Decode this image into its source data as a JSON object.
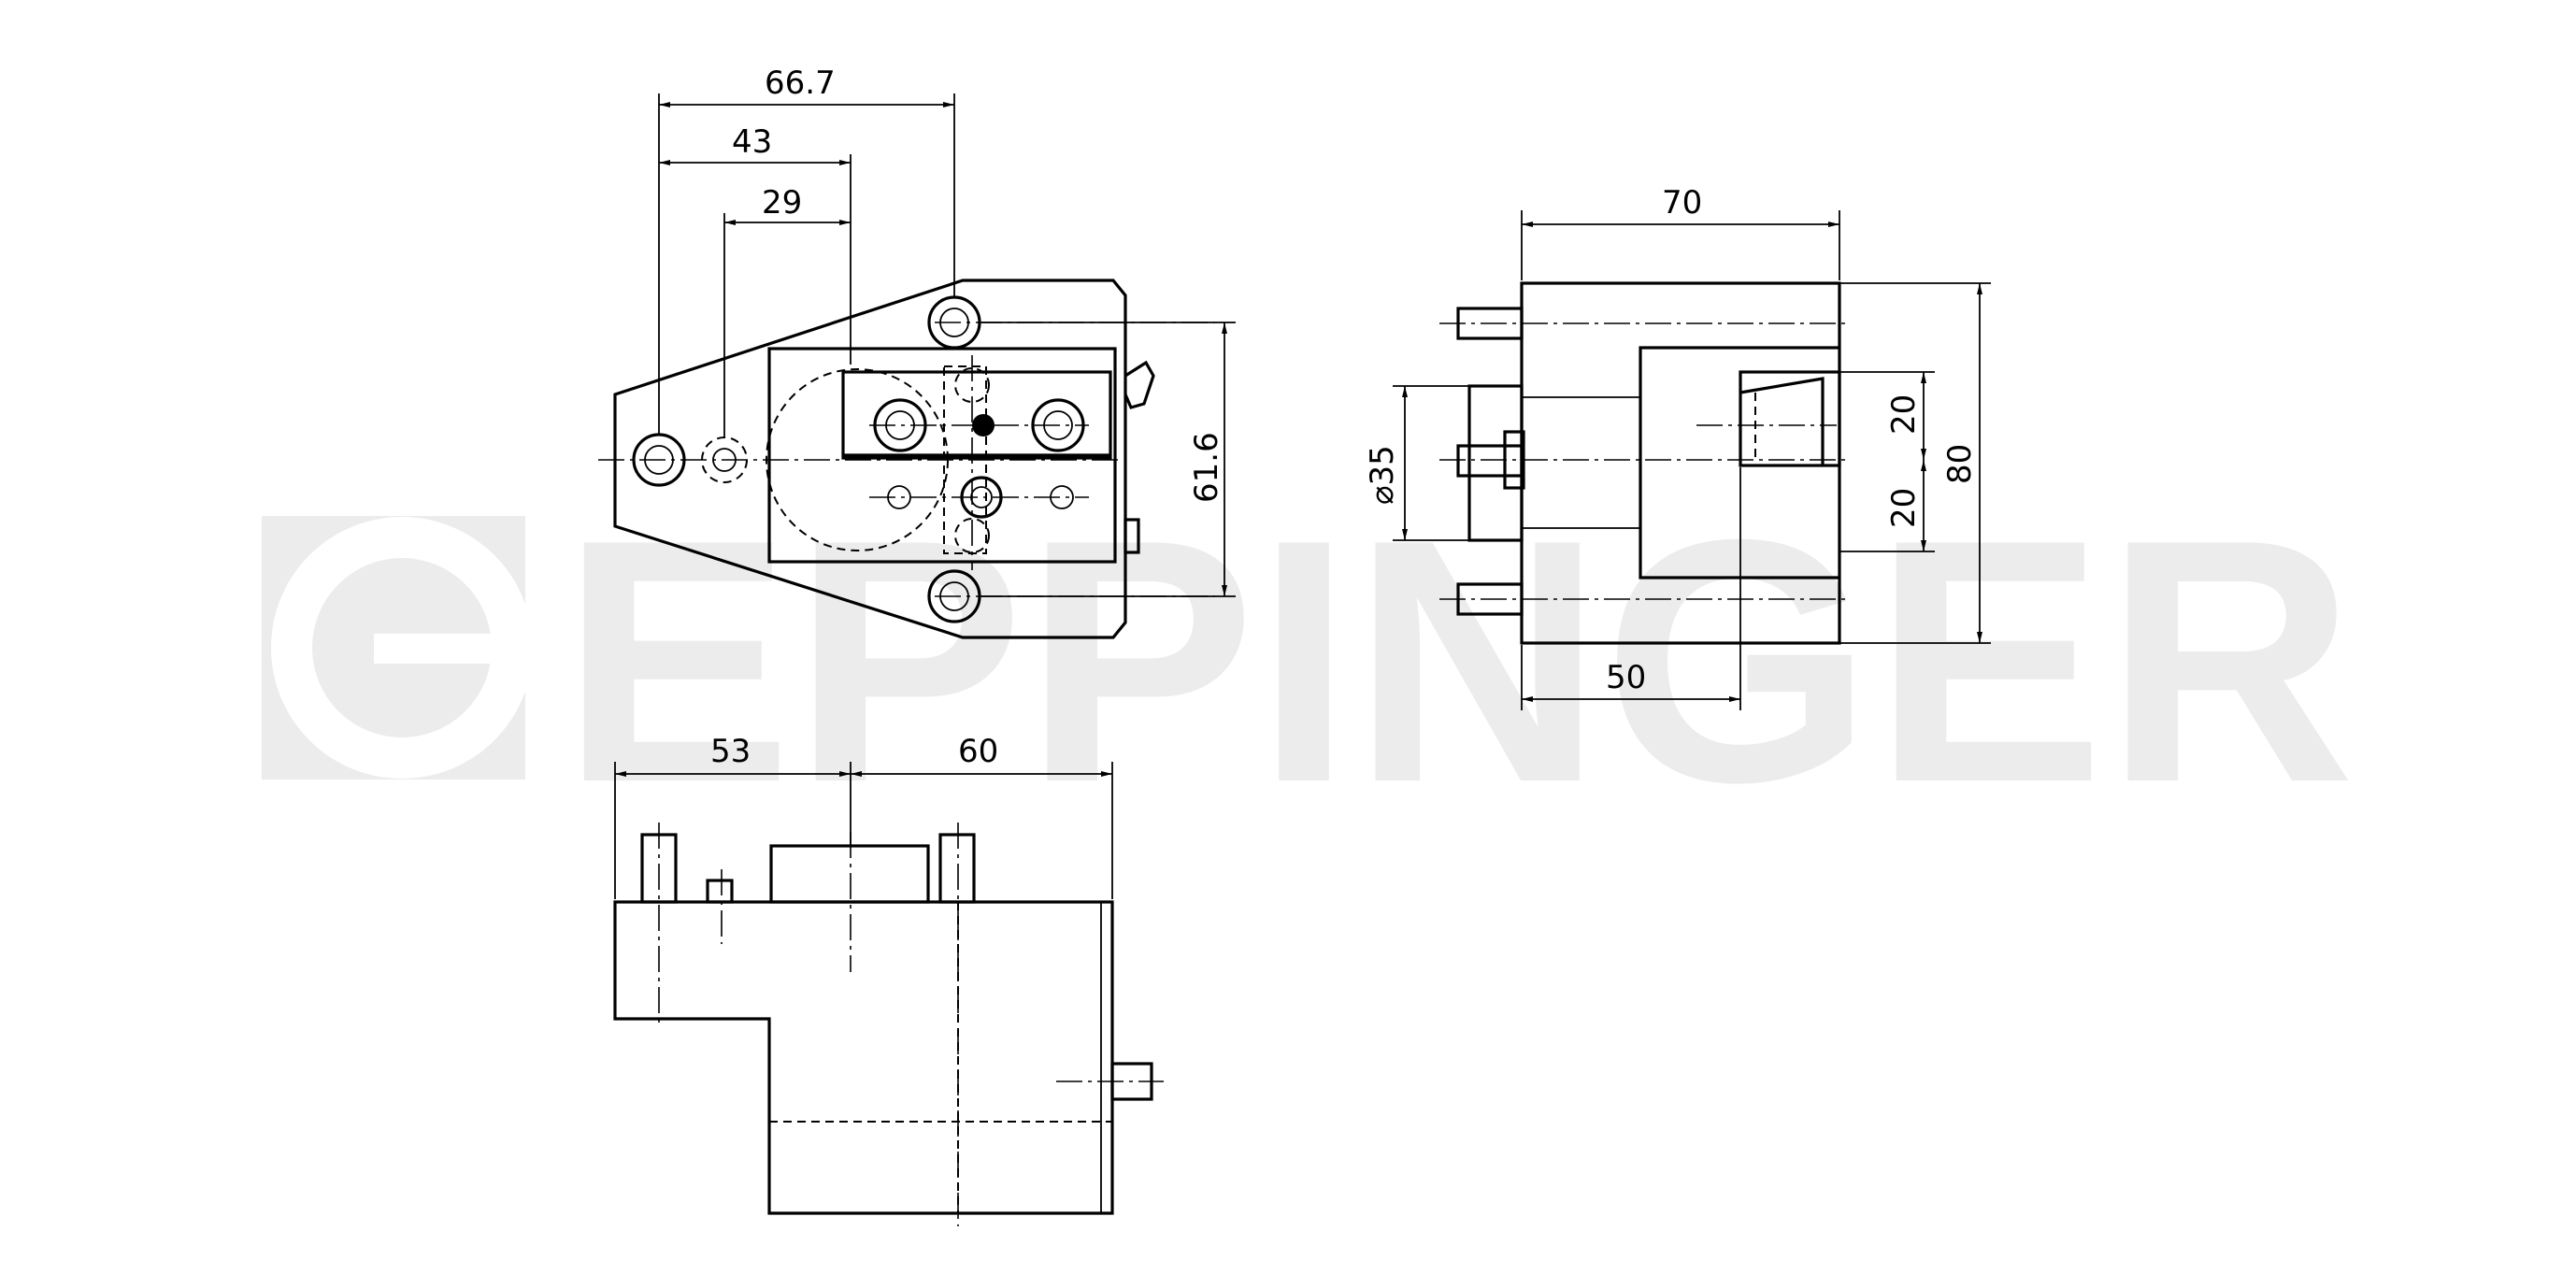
{
  "watermark": {
    "brand": "EPPINGER"
  },
  "dimensions": {
    "d667": "66.7",
    "d43": "43",
    "d29": "29",
    "d616": "61.6",
    "d70": "70",
    "d80": "80",
    "d20a": "20",
    "d20b": "20",
    "d35": "⌀35",
    "d50": "50",
    "d53": "53",
    "d60": "60"
  },
  "colors": {
    "line": "#000000",
    "watermark": "#ececec",
    "background": "#ffffff"
  }
}
